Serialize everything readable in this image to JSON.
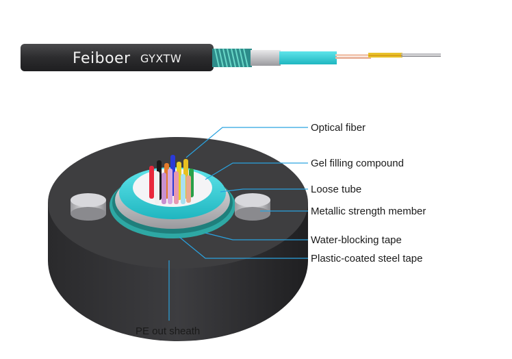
{
  "cable": {
    "brand": "Feiboer",
    "model": "GYXTW"
  },
  "labels": {
    "optical_fiber": "Optical fiber",
    "gel_filling": "Gel filling compound",
    "loose_tube": "Loose tube",
    "metallic_strength": "Metallic strength member",
    "water_blocking": "Water-blocking tape",
    "plastic_steel": "Plastic-coated steel tape",
    "pe_sheath": "PE out sheath"
  },
  "colors": {
    "sheath": "#3c3c3e",
    "tube": "#37d3dc",
    "leader": "#2aa3e0",
    "steel_tape": "#2ea8a4"
  }
}
